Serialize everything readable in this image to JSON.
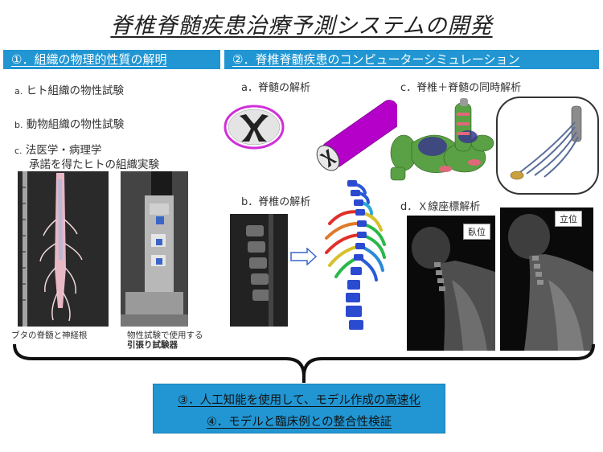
{
  "title": "脊椎脊髄疾患治療予測システムの開発",
  "section1": {
    "header": "①．組織の物理的性質の解明",
    "items": [
      {
        "marker": "a.",
        "text": "ヒト組織の物性試験"
      },
      {
        "marker": "b.",
        "text": "動物組織の物性試験"
      },
      {
        "marker": "c.",
        "text": "法医学・病理学"
      }
    ],
    "item_c_line2": "承諾を得たヒトの組織実験",
    "caption_left": "ブタの脊髄と神経根",
    "caption_right_line1": "物性試験で使用する",
    "caption_right_line2": "引張り試験器"
  },
  "section2": {
    "header": "②．脊椎脊髄疾患のコンピューターシミュレーション",
    "sub_a": "a．脊髄の解析",
    "sub_b": "b．脊椎の解析",
    "sub_c": "c．脊椎＋脊髄の同時解析",
    "sub_d": "d．Ｘ線座標解析",
    "xray_label_1": "臥位",
    "xray_label_2": "立位"
  },
  "section3": {
    "line1": "③．人工知能を使用して、モデル作成の高速化",
    "line2": "④．モデルと臨床例との整合性検証"
  },
  "colors": {
    "accent": "#2196d3",
    "mesh_magenta": "#b400c8",
    "mesh_green": "#4e9a3c"
  }
}
